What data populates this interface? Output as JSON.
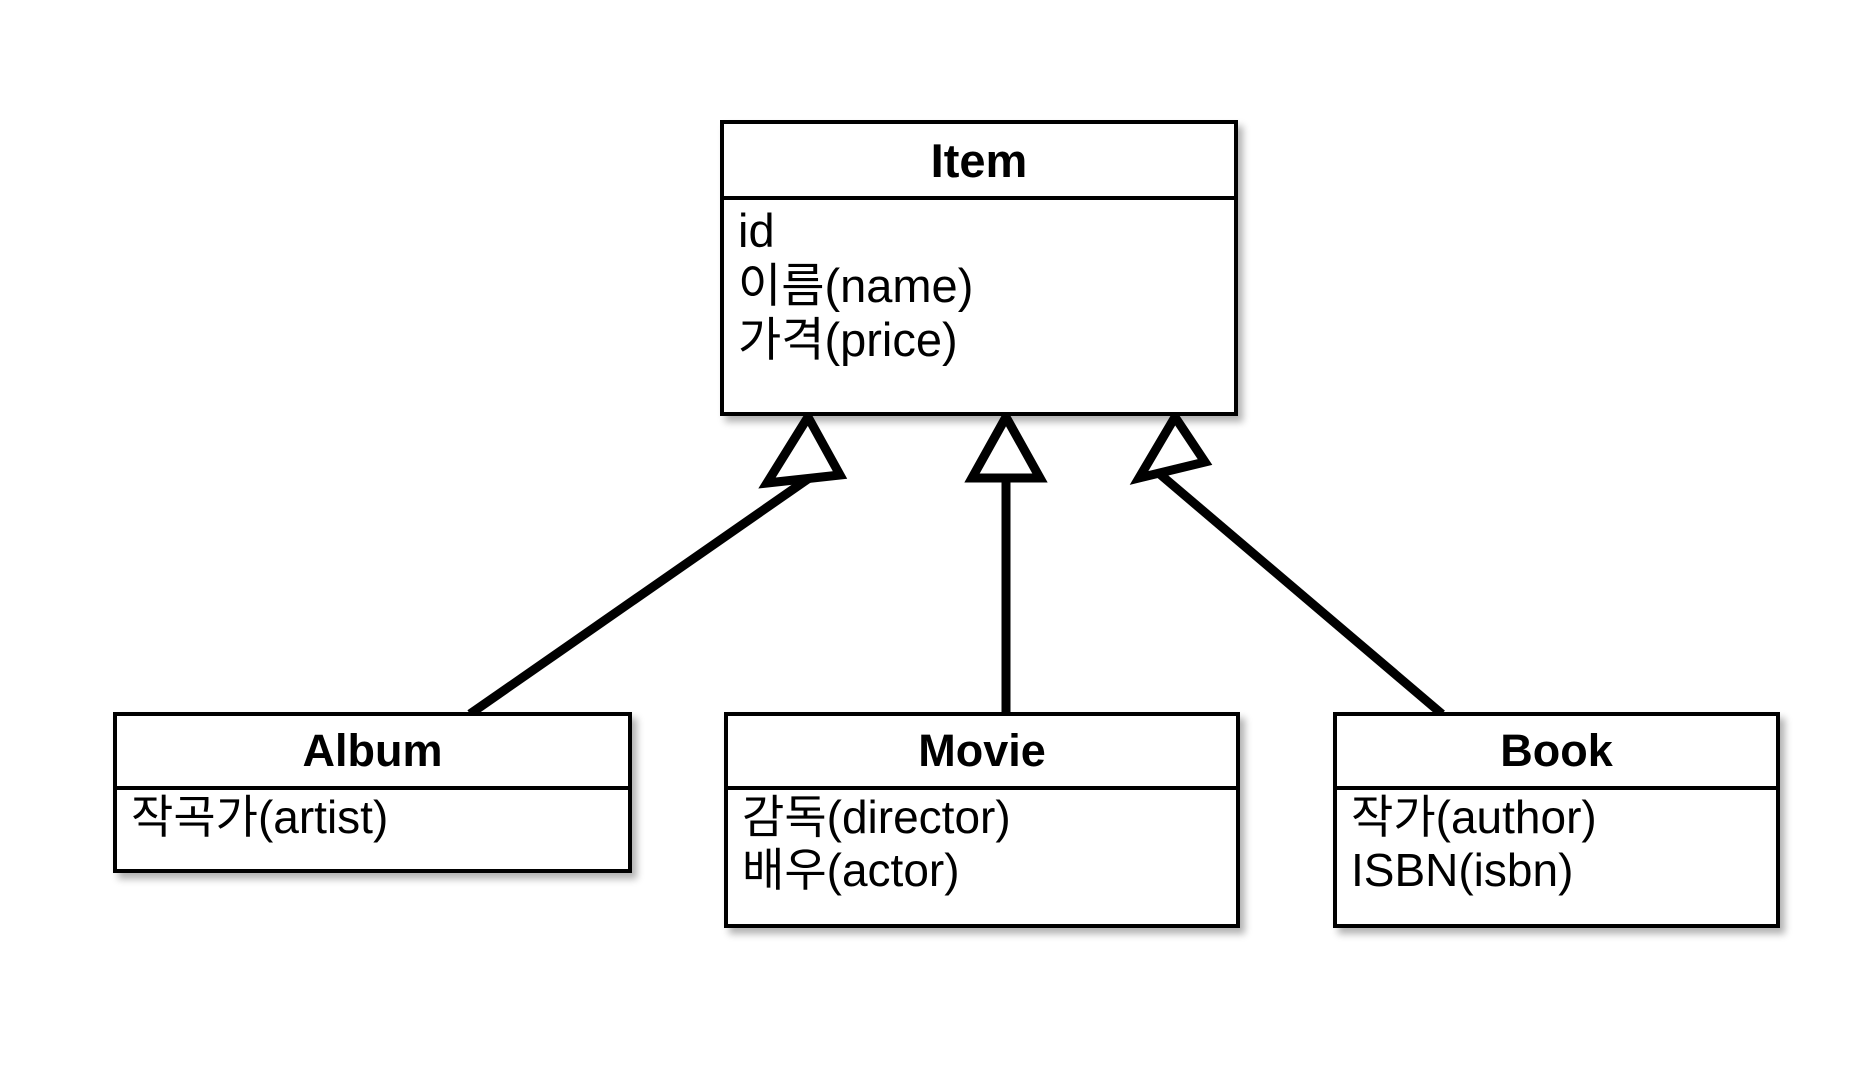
{
  "diagram": {
    "type": "uml-class-diagram",
    "notation": "generalization",
    "background_color": "#ffffff",
    "line_color": "#000000",
    "box_fill_color": "#ffffff"
  },
  "classes": {
    "item": {
      "name": "Item",
      "role": "superclass",
      "attributes": [
        "id",
        "이름(name)",
        "가격(price)"
      ]
    },
    "album": {
      "name": "Album",
      "role": "subclass",
      "attributes": [
        "작곡가(artist)"
      ]
    },
    "movie": {
      "name": "Movie",
      "role": "subclass",
      "attributes": [
        "감독(director)",
        "배우(actor)"
      ]
    },
    "book": {
      "name": "Book",
      "role": "subclass",
      "attributes": [
        "작가(author)",
        "ISBN(isbn)"
      ]
    }
  },
  "relationships": [
    {
      "from": "Album",
      "to": "Item",
      "kind": "generalization",
      "arrow": "hollow-triangle"
    },
    {
      "from": "Movie",
      "to": "Item",
      "kind": "generalization",
      "arrow": "hollow-triangle"
    },
    {
      "from": "Book",
      "to": "Item",
      "kind": "generalization",
      "arrow": "hollow-triangle"
    }
  ]
}
